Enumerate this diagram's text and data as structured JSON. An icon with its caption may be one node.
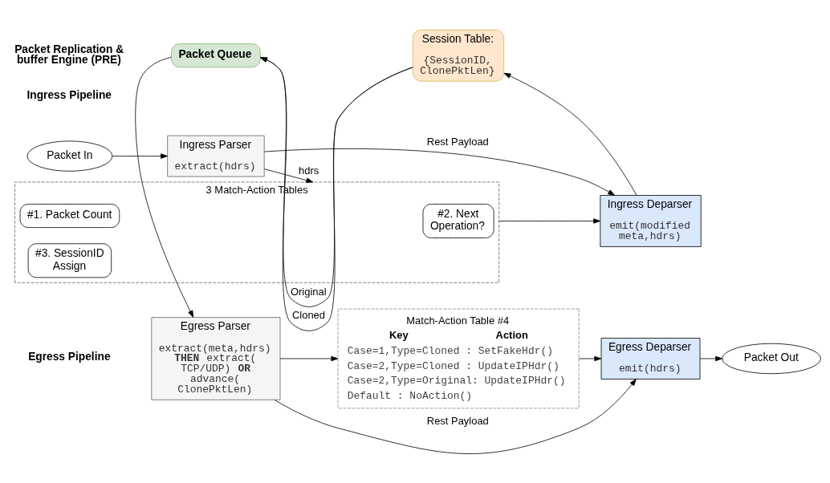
{
  "diagram": {
    "nodes": [
      {
        "text": [
          "Packet In"
        ]
      },
      {
        "text": [
          "Ingress Parser",
          "extract(hdrs)"
        ]
      },
      {
        "text": [
          "3 Match-Action Tables"
        ]
      },
      {
        "text": [
          "#1. Packet Count"
        ],
        "in": 2
      },
      {
        "text": [
          "#2. Next Operation?"
        ],
        "in": 2
      },
      {
        "text": [
          "#3. SessionID Assign"
        ],
        "in": 2
      },
      {
        "text": [
          "Ingress Deparser",
          "emit(modified meta,hdrs)"
        ]
      },
      {
        "text": [
          "Packet Queue"
        ]
      },
      {
        "text": [
          "Session Table:",
          "{SessionID, ClonePktLen}"
        ]
      },
      {
        "text": [
          "Egress Parser",
          "extract(meta,hdrs) **THEN** extract( TCP/UDP) **OR** advance( ClonePktLen)"
        ]
      },
      {
        "text": [
          "Match-Action Table #4",
          "Key",
          "Action",
          "Case=1,Type=Cloned : SetFakeHdr()",
          "Case=2,Type=Cloned : UpdateIPHdr()",
          "Case=2,Type=Original: UpdateIPHdr()",
          "Default : NoAction()"
        ]
      },
      {
        "text": [
          "Egress Deparser",
          "emit(hdrs)"
        ]
      },
      {
        "text": [
          "Packet Out"
        ]
      }
    ],
    "edges": [
      {
        "from": 0,
        "to": 1,
        "arrow": "to"
      },
      {
        "from": 1,
        "to": 2,
        "arrow": "to",
        "label": "hdrs"
      },
      {
        "from": 1,
        "to": 6,
        "arrow": "to",
        "label": "Rest Payload"
      },
      {
        "from": 2,
        "to": 6,
        "arrow": "to"
      },
      {
        "from": 6,
        "to": 8,
        "arrow": "to"
      },
      {
        "from": 8,
        "to": 7,
        "arrow": "to",
        "label": "Original"
      },
      {
        "from": 8,
        "to": 7,
        "arrow": "to",
        "label": "Cloned"
      },
      {
        "from": 7,
        "to": 9,
        "arrow": "to"
      },
      {
        "from": 9,
        "to": 10,
        "arrow": "to"
      },
      {
        "from": 10,
        "to": 11,
        "arrow": "to"
      },
      {
        "from": 9,
        "to": 11,
        "arrow": "to",
        "label": "Rest Payload"
      },
      {
        "from": 11,
        "to": 12,
        "arrow": "to"
      }
    ],
    "labels": [
      "Ingress Pipeline",
      "Packet Replication & buffer Engine (PRE)",
      "Egress Pipeline"
    ]
  }
}
